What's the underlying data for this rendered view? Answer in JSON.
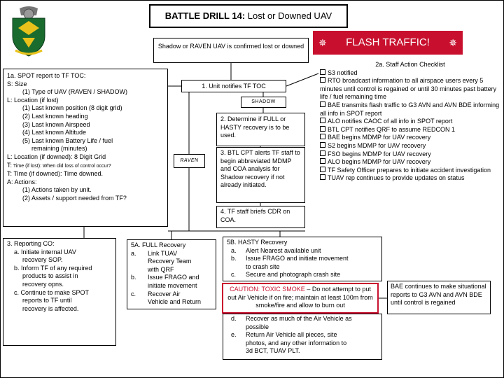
{
  "title": {
    "bold": "BATTLE DRILL 14:",
    "rest": " Lost or Downed UAV"
  },
  "flash_traffic": "FLASH TRAFFIC!",
  "confirmed": "Shadow or RAVEN UAV is confirmed lost or downed",
  "spot_report": [
    {
      "text": "1a. SPOT report to TF TOC:",
      "level": 0
    },
    {
      "text": "S: Size",
      "level": 0
    },
    {
      "text": "(1) Type of UAV (RAVEN / SHADOW)",
      "level": 1
    },
    {
      "text": "L: Location (if lost)",
      "level": 0
    },
    {
      "text": "(1) Last known position (8 digit grid)",
      "level": 1
    },
    {
      "text": "(2) Last known heading",
      "level": 1
    },
    {
      "text": "(3) Last known Airspeed",
      "level": 1
    },
    {
      "text": "(4) Last known Altitude",
      "level": 1
    },
    {
      "text": "(5) Last known Battery Life / fuel",
      "level": 1
    },
    {
      "text": "remaining (minutes)",
      "level": 2
    },
    {
      "text": "L: Location (if downed): 8 Digit Grid",
      "level": 0
    },
    {
      "text": "T: Time (if lost): When did loss of control occur?",
      "level": 0,
      "small_tail": true
    },
    {
      "text": "T: Time (if downed): Time downed.",
      "level": 0
    },
    {
      "text": "A: Actions:",
      "level": 0
    },
    {
      "text": "(1) Actions taken by unit.",
      "level": 1
    },
    {
      "text": "(2) Assets / support needed from TF?",
      "level": 1
    }
  ],
  "unit_notifies": "1. Unit notifies TF TOC",
  "shadow_label": "SHADOW",
  "raven_label": "RAVEN",
  "determine": "2. Determine if FULL or HASTY recovery is to be used.",
  "btl_cpt": "3. BTL CPT alerts TF staff to begin abbreviated MDMP and COA analysis for Shadow recovery if not already initiated.",
  "tf_staff": "4. TF staff briefs CDR on COA.",
  "staff_checklist": {
    "heading": "2a. Staff Action Checklist",
    "items": [
      "S3 notified",
      "RTO broadcast information to all airspace users every 5 minutes until control is regained or until 30 minutes past battery life / fuel remaining time",
      "BAE transmits flash traffic to G3 AVN and AVN BDE informing all info in SPOT report",
      "ALO notifies CAOC of all info in SPOT report",
      "BTL CPT notifies QRF to assume REDCON 1",
      "BAE begins MDMP for UAV recovery",
      "S2 begins MDMP for UAV recovery",
      "FSO begins MDMP for UAV recovery",
      "ALO begins MDMP for UAV recovery",
      "TF Safety Officer prepares to initiate accident investigation",
      "TUAV rep continues to provide updates on status"
    ]
  },
  "reporting_co": {
    "heading": "3. Reporting CO:",
    "items": [
      [
        "a. Initiate internal UAV",
        "recovery SOP."
      ],
      [
        "b. Inform TF of any required",
        "products to assist in",
        "recovery opns."
      ],
      [
        "c. Continue to make SPOT",
        "reports to TF until",
        "recovery is affected."
      ]
    ]
  },
  "full_recovery": {
    "heading": "5A. FULL Recovery",
    "items": [
      [
        "a.",
        "Link TUAV",
        "Recovery Team",
        "with QRF"
      ],
      [
        "b.",
        "Issue FRAGO and",
        "initiate movement"
      ],
      [
        "c.",
        "Recover Air",
        "Vehicle and Return"
      ]
    ]
  },
  "hasty_recovery": {
    "heading": "5B. HASTY Recovery",
    "items": [
      [
        "a.",
        "Alert Nearest available unit"
      ],
      [
        "b.",
        "Issue FRAGO and initiate movement",
        "to crash site"
      ],
      [
        "c.",
        "Secure and photograph crash site"
      ]
    ]
  },
  "caution": {
    "label": "CAUTION:",
    "warning": " TOXIC SMOKE",
    "text": " – Do not attempt to put out Air Vehicle if on fire; maintain at least 100m from smoke/fire and allow to burn out"
  },
  "recover": [
    [
      "d.",
      "Recover as much of the Air Vehicle as",
      "possible"
    ],
    [
      "e.",
      "Return Air Vehicle all pieces, site",
      "photos, and any other information to",
      "3d BCT, TUAV PLT."
    ]
  ],
  "bae_continues": "BAE continues to make situational reports to G3 AVN and AVN BDE until control is regained",
  "colors": {
    "flash_bg": "#c8102e",
    "caution_border": "#c8102e",
    "crest_green": "#1a6b2e",
    "crest_gold": "#e8c21a"
  },
  "icons": [
    "regimental-crest-icon",
    "compass-star-icon",
    "checkbox-icon"
  ]
}
